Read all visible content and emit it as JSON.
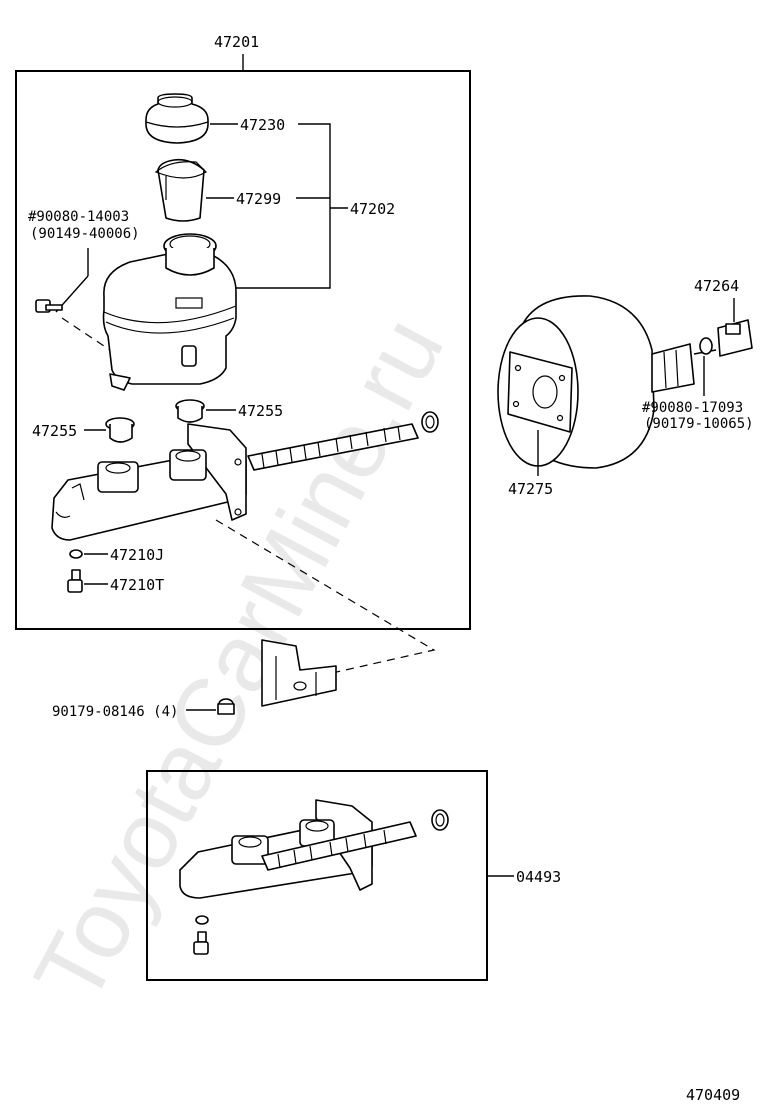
{
  "watermark": "ToyotaCarMine.ru",
  "diagram_id": "470409",
  "labels": {
    "assembly": "47201",
    "cap": "47230",
    "strainer": "47299",
    "reservoir_set": "47202",
    "screw_code": "#90080-14003",
    "screw_alt": "(90149-40006)",
    "grommet_left": "47255",
    "grommet_right": "47255",
    "gasket": "47210J",
    "bleeder": "47210T",
    "nut": "90179-08146 (4)",
    "kit": "04493",
    "clevis": "47264",
    "nut2_code": "#90080-17093",
    "nut2_alt": "(90179-10065)",
    "booster": "47275"
  }
}
